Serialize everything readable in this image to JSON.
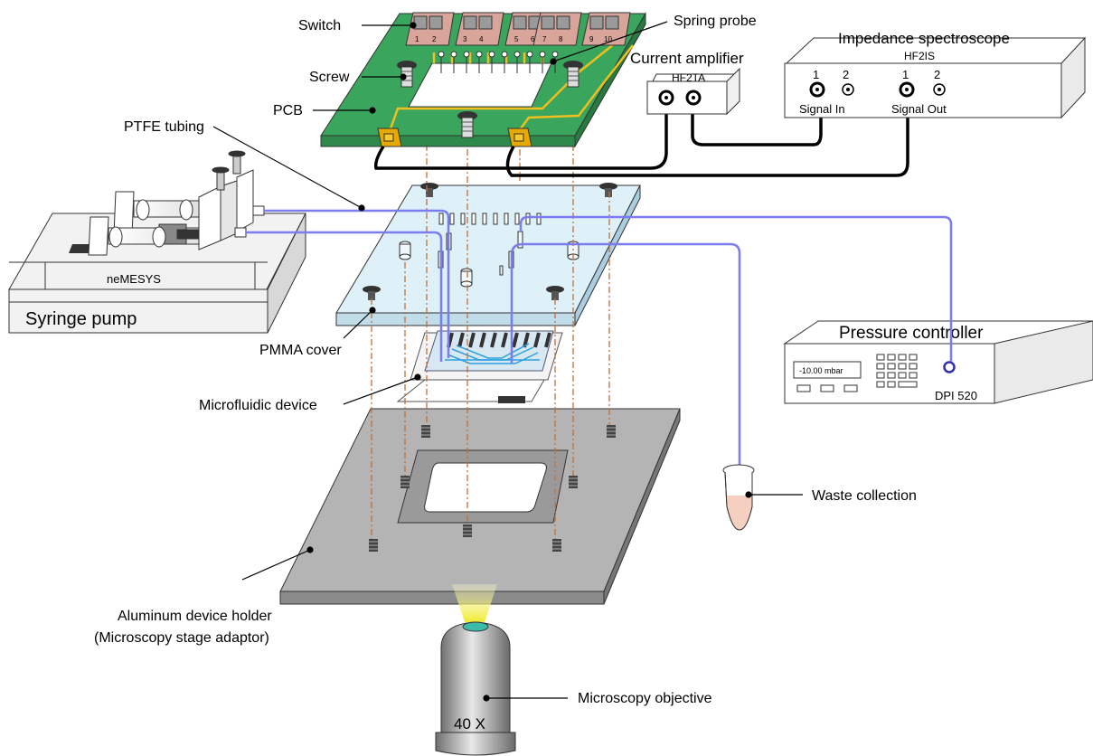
{
  "labels": {
    "switch": "Switch",
    "spring_probe": "Spring probe",
    "screw": "Screw",
    "pcb": "PCB",
    "ptfe_tubing": "PTFE tubing",
    "pmma_cover": "PMMA cover",
    "microfluidic_device": "Microfluidic device",
    "aluminum_holder_line1": "Aluminum device holder",
    "aluminum_holder_line2": "(Microscopy stage adaptor)",
    "microscopy_objective": "Microscopy objective",
    "waste_collection": "Waste collection",
    "current_amplifier": "Current amplifier",
    "impedance_spectroscope": "Impedance spectroscope"
  },
  "syringe_pump": {
    "brand": "neMESYS",
    "label": "Syringe pump"
  },
  "amplifier": {
    "model": "HF2TA"
  },
  "impedance": {
    "model": "HF2IS",
    "port_1": "1",
    "port_2": "2",
    "port_1b": "1",
    "port_2b": "2",
    "signal_in": "Signal In",
    "signal_out": "Signal Out"
  },
  "pressure": {
    "label": "Pressure controller",
    "display": "-10.00  mbar",
    "model": "DPI 520"
  },
  "objective": {
    "magnification": "40 X"
  },
  "switch_numbers": [
    "1",
    "2",
    "3",
    "4",
    "5",
    "6",
    "7",
    "8",
    "9",
    "10"
  ],
  "colors": {
    "pcb": "#3aa55c",
    "trace": "#f0c020",
    "pmma": "#d8eef7",
    "tubing": "#7a7cf0",
    "holder": "#b4b4b4",
    "switch": "#d9a49a",
    "alignment": "#c0703a",
    "waste_liquid": "#f5d0c0",
    "beam": "#f4f050"
  }
}
